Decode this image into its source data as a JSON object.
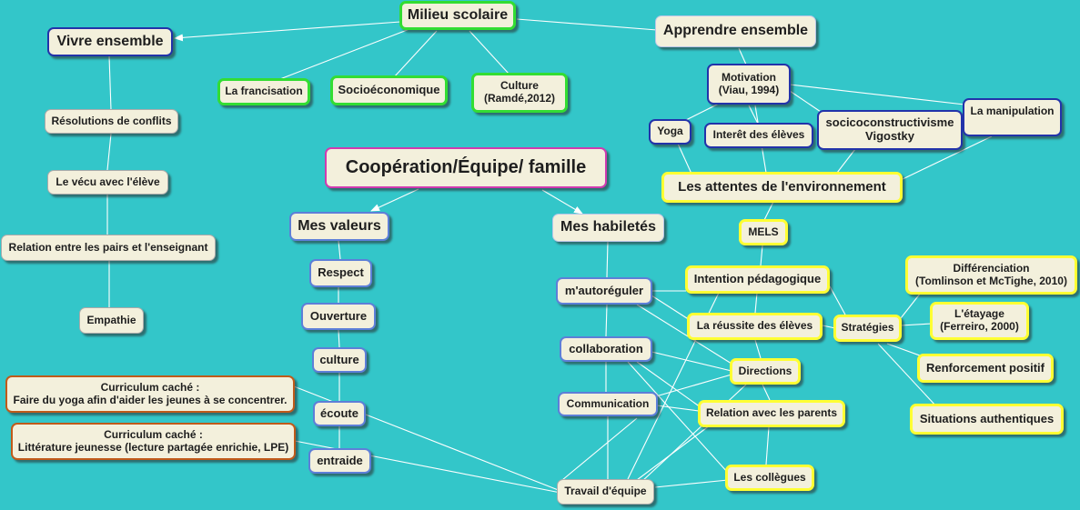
{
  "diagram": {
    "background": "#33c6c9",
    "central": "Coopération/Équipe/ famille",
    "nodes": {
      "milieu": "Milieu scolaire",
      "vivre": "Vivre ensemble",
      "apprendre": "Apprendre ensemble",
      "francisation": "La francisation",
      "socioeco": "Socioéconomique",
      "culture_ramde": "Culture\n(Ramdé,2012)",
      "motivation": "Motivation\n(Viau, 1994)",
      "yoga": "Yoga",
      "interet": "Interêt des élèves",
      "socioconstr": "socicoconstructivisme\nVigostky",
      "manipulation": "La manipulation",
      "attentes": "Les attentes de l'environnement",
      "mels": "MELS",
      "resolutions": "Résolutions de conflits",
      "vecu": "Le vécu avec l'élève",
      "relation_pairs": "Relation entre les pairs et l'enseignant",
      "empathie": "Empathie",
      "curr1": "Curriculum caché :\nFaire du yoga afin d'aider les jeunes à se concentrer.",
      "curr2": "Curriculum caché :\nLittérature jeunesse (lecture partagée enrichie, LPE)",
      "valeurs": "Mes valeurs",
      "respect": "Respect",
      "ouverture": "Ouverture",
      "culture": "culture",
      "ecoute": "écoute",
      "entraide": "entraide",
      "habiletes": "Mes habiletés",
      "autoreguler": "m'autoréguler",
      "collaboration": "collaboration",
      "communication": "Communication",
      "travail": "Travail d'équipe",
      "intention": "Intention pédagogique",
      "reussite": "La réussite des élèves",
      "directions": "Directions",
      "parents": "Relation avec les parents",
      "collegues": "Les collègues",
      "strategies": "Stratégies",
      "differenciation": "Différenciation\n(Tomlinson et McTighe, 2010)",
      "etayage": "L'étayage\n(Ferreiro, 2000)",
      "renforcement": "Renforcement positif",
      "situations": "Situations authentiques"
    }
  }
}
